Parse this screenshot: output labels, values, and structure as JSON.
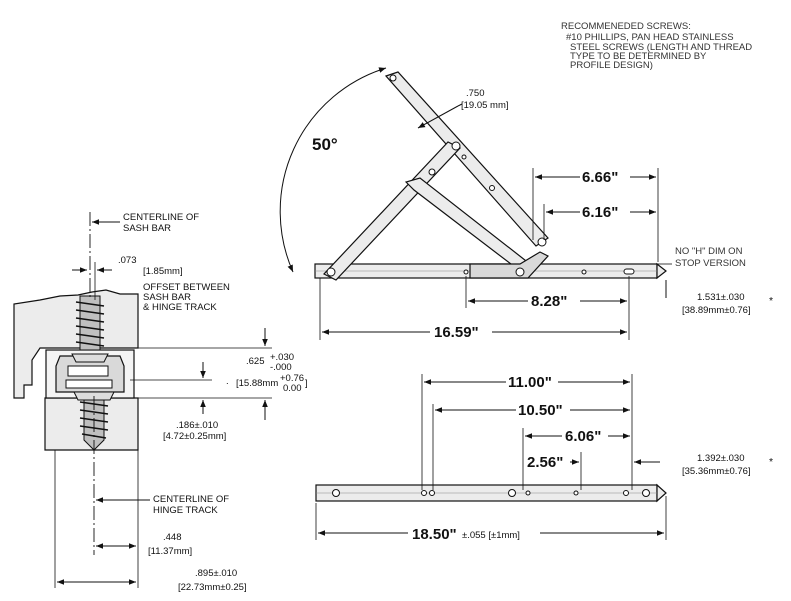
{
  "notes": {
    "screws": [
      "RECOMMENEDED SCREWS:",
      "#10 PHILLIPS, PAN HEAD STAINLESS",
      "STEEL SCREWS (LENGTH AND THREAD",
      "TYPE TO BE DETERMINED BY",
      "PROFILE DESIGN)"
    ],
    "no_h_dim": [
      "NO \"H\" DIM ON",
      "STOP VERSION"
    ]
  },
  "section_view": {
    "centerline_sash": [
      "CENTERLINE OF",
      "SASH BAR"
    ],
    "dim_073": ".073",
    "dim_073_mm": "[1.85mm]",
    "offset_label": [
      "OFFSET BETWEEN",
      "SASH BAR",
      "& HINGE TRACK"
    ],
    "dim_625_main": ".625",
    "dim_625_plus": "+.030",
    "dim_625_minus": "-.000",
    "dim_625_mm_main": "[15.88mm",
    "dim_625_mm_plus": "+0.76",
    "dim_625_mm_minus": "0.00",
    "dim_625_mm_close": "]",
    "dim_625_dot": ".",
    "dim_186": ".186±.010",
    "dim_186_mm": "[4.72±0.25mm]",
    "centerline_track": [
      "CENTERLINE OF",
      "HINGE TRACK"
    ],
    "dim_448": ".448",
    "dim_448_mm": "[11.37mm]",
    "dim_895": ".895±.010",
    "dim_895_mm": "[22.73mm±0.25]"
  },
  "open_view": {
    "angle": "50°",
    "dim_750": ".750",
    "dim_750_mm": "[19.05 mm]",
    "dim_666": "6.66\"",
    "dim_616": "6.16\"",
    "dim_828": "8.28\"",
    "dim_1659": "16.59\"",
    "dim_1531": "1.531±.030",
    "dim_1531_mm": "[38.89mm±0.76]",
    "asterisk": "*"
  },
  "closed_view": {
    "dim_1100": "11.00\"",
    "dim_1050": "10.50\"",
    "dim_606": "6.06\"",
    "dim_256": "2.56\"",
    "dim_1850": "18.50\"",
    "dim_1850_tol": "±.055 [±1mm]",
    "dim_1392": "1.392±.030",
    "dim_1392_mm": "[35.36mm±0.76]",
    "asterisk": "*"
  }
}
